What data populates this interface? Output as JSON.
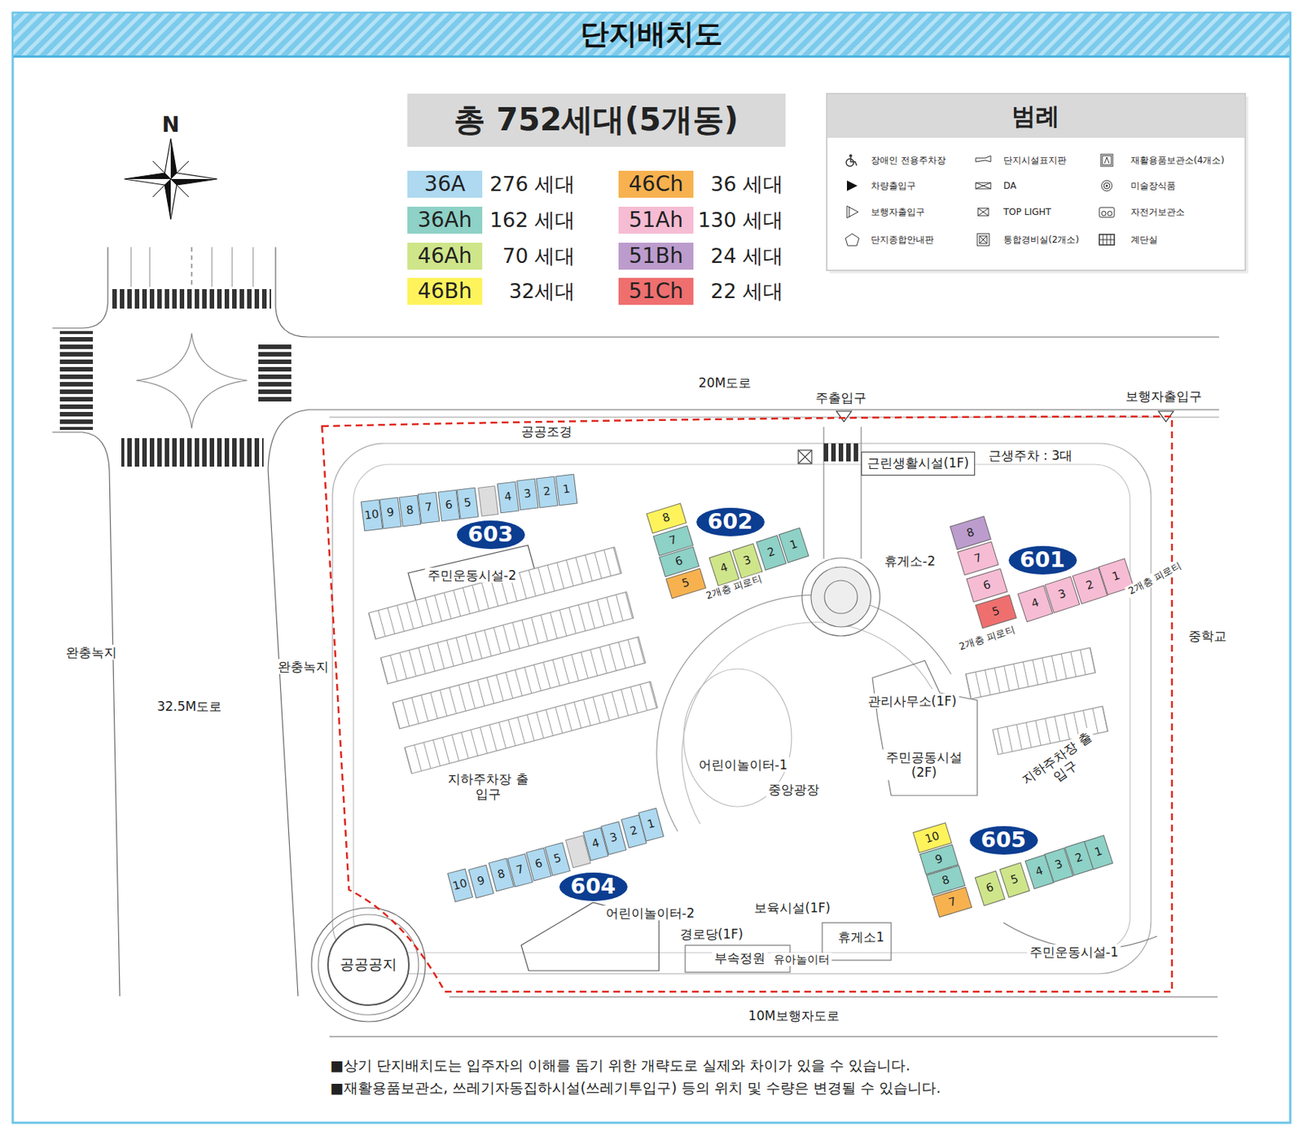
{
  "diagram": {
    "title": "단지배치도",
    "nodes": [
      {
        "text": [
          "총 752세대(5개동)"
        ]
      },
      {
        "text": [
          "근린생활시설(1F)"
        ]
      },
      {
        "text": [
          "10"
        ]
      },
      {
        "text": [
          "9"
        ]
      },
      {
        "text": [
          "8"
        ]
      },
      {
        "text": [
          "7"
        ]
      },
      {
        "text": [
          "6"
        ]
      },
      {
        "text": [
          "5"
        ]
      },
      {
        "text": [
          "4"
        ]
      },
      {
        "text": [
          "3"
        ]
      },
      {
        "text": [
          "2"
        ]
      },
      {
        "text": [
          "1"
        ]
      },
      {
        "text": [
          "603"
        ]
      },
      {
        "text": [
          "8"
        ]
      },
      {
        "text": [
          "7"
        ]
      },
      {
        "text": [
          "6"
        ]
      },
      {
        "text": [
          "5"
        ]
      },
      {
        "text": [
          "4"
        ]
      },
      {
        "text": [
          "3"
        ]
      },
      {
        "text": [
          "2"
        ]
      },
      {
        "text": [
          "1"
        ]
      },
      {
        "text": [
          "602"
        ]
      },
      {
        "text": [
          "8"
        ]
      },
      {
        "text": [
          "7"
        ]
      },
      {
        "text": [
          "6"
        ]
      },
      {
        "text": [
          "5"
        ]
      },
      {
        "text": [
          "4"
        ]
      },
      {
        "text": [
          "3"
        ]
      },
      {
        "text": [
          "2"
        ]
      },
      {
        "text": [
          "1"
        ]
      },
      {
        "text": [
          "601"
        ]
      },
      {
        "text": [
          "10"
        ]
      },
      {
        "text": [
          "9"
        ]
      },
      {
        "text": [
          "8"
        ]
      },
      {
        "text": [
          "7"
        ]
      },
      {
        "text": [
          "6"
        ]
      },
      {
        "text": [
          "5"
        ]
      },
      {
        "text": [
          "4"
        ]
      },
      {
        "text": [
          "3"
        ]
      },
      {
        "text": [
          "2"
        ]
      },
      {
        "text": [
          "1"
        ]
      },
      {
        "text": [
          "604"
        ]
      },
      {
        "text": [
          "10"
        ]
      },
      {
        "text": [
          "9"
        ]
      },
      {
        "text": [
          "8"
        ]
      },
      {
        "text": [
          "7"
        ]
      },
      {
        "text": [
          "6"
        ]
      },
      {
        "text": [
          "5"
        ]
      },
      {
        "text": [
          "4"
        ]
      },
      {
        "text": [
          "3"
        ]
      },
      {
        "text": [
          "2"
        ]
      },
      {
        "text": [
          "1"
        ]
      },
      {
        "text": [
          "605"
        ]
      },
      {
        "text": [
          "공공공지"
        ]
      }
    ],
    "labels": [
      "N",
      "276 세대",
      "162 세대",
      "70 세대",
      "32세대",
      "36 세대",
      "130 세대",
      "24 세대",
      "22 세대",
      "범례",
      "20M도로",
      "주출입구",
      "보행자출입구",
      "공공조경",
      "근생주차 : 3대",
      "휴게소-2",
      "주민운동시설-2",
      "2개층 피로티",
      "2개층 피로티",
      "2개층 피로티",
      "완충녹지",
      "완충녹지",
      "32.5M도로",
      "중학교",
      "관리사무소(1F)",
      "주민공동시설 (2F)",
      "어린이놀이터-1",
      "중앙광장",
      "지하주차장 출입구",
      "지하주차장 출입구",
      "어린이놀이터-2",
      "경로당(1F)",
      "보육시설(1F)",
      "부속정원",
      "유아놀이터",
      "휴게소1",
      "주민운동시설-1",
      "10M보행자도로",
      "■상기 단지배치도는 입주자의 이해를 돕기 위한 개략도로 실제와 차이가 있을 수 있습니다.",
      "■재활용품보관소, 쓰레기자동집하시설(쓰레기투입구) 등의 위치 및 수량은 변경될 수 있습니다."
    ],
    "legend": [
      {
        "text": "36A",
        "color": "#aed9f0"
      },
      {
        "text": "36Ah",
        "color": "#8ed1c6"
      },
      {
        "text": "46Ah",
        "color": "#cfe58a"
      },
      {
        "text": "46Bh",
        "color": "#fff35c"
      },
      {
        "text": "46Ch",
        "color": "#f7b24f"
      },
      {
        "text": "51Ah",
        "color": "#f6bcd3"
      },
      {
        "text": "51Bh",
        "color": "#bc9ccd"
      },
      {
        "text": "51Ch",
        "color": "#ef6f6f"
      },
      {
        "text": "장애인 전용주차장"
      },
      {
        "text": "차량출입구"
      },
      {
        "text": "보행자출입구"
      },
      {
        "text": "단지종합안내판"
      },
      {
        "text": "단지시설표지판"
      },
      {
        "text": "DA"
      },
      {
        "text": "TOP LIGHT"
      },
      {
        "text": "통합경비실(2개소)"
      },
      {
        "text": "재활용품보관소(4개소)"
      },
      {
        "text": "미술장식품"
      },
      {
        "text": "자전거보관소"
      },
      {
        "text": "계단실"
      }
    ]
  }
}
